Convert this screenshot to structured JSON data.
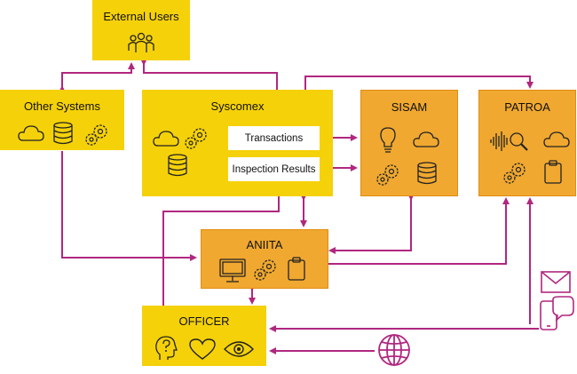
{
  "nodes": {
    "external_users": {
      "title": "External Users"
    },
    "other_systems": {
      "title": "Other Systems"
    },
    "syscomex": {
      "title": "Syscomex",
      "transactions": "Transactions",
      "inspection_results": "Inspection Results"
    },
    "sisam": {
      "title": "SISAM"
    },
    "patroa": {
      "title": "PATROA"
    },
    "aniita": {
      "title": "ANIITA"
    },
    "officer": {
      "title": "OFFICER"
    }
  },
  "colors": {
    "yellow_box": "#f5d10a",
    "orange_box": "#f0a830",
    "connector": "#b0277f",
    "icon_stroke": "#222222",
    "external_icon": "#b0277f"
  },
  "icons": {
    "external_users": [
      "users-group-icon"
    ],
    "other_systems": [
      "cloud-icon",
      "database-icon",
      "gears-icon"
    ],
    "syscomex": [
      "cloud-icon",
      "gears-icon",
      "database-icon"
    ],
    "sisam": [
      "lightbulb-icon",
      "cloud-icon",
      "gears-icon",
      "database-icon"
    ],
    "patroa": [
      "audio-search-icon",
      "cloud-icon",
      "gears-icon",
      "clipboard-icon"
    ],
    "aniita": [
      "monitor-icon",
      "gears-icon",
      "clipboard-icon"
    ],
    "officer": [
      "head-question-icon",
      "heart-icon",
      "eye-icon"
    ],
    "external": [
      "mail-icon",
      "mobile-chat-icon",
      "globe-icon"
    ]
  }
}
